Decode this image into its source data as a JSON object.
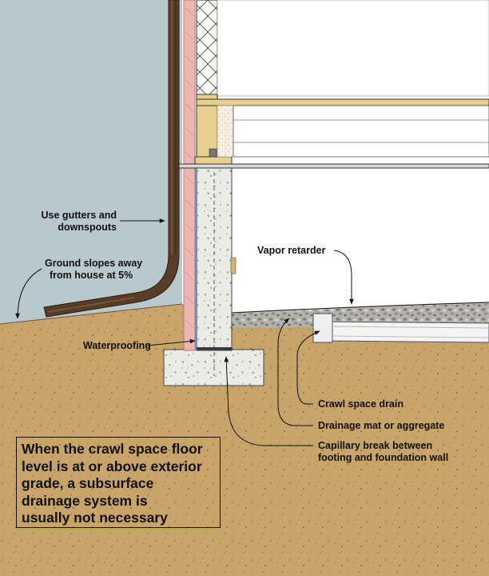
{
  "labels": {
    "gutters_line1": "Use gutters and",
    "gutters_line2": "downspouts",
    "ground_line1": "Ground slopes away",
    "ground_line2": "from house at 5%",
    "vapor_retarder": "Vapor retarder",
    "waterproofing": "Waterproofing",
    "crawl_space_drain": "Crawl space drain",
    "drainage_mat": "Drainage mat or aggregate",
    "capillary_line1": "Capillary break between",
    "capillary_line2": "footing and foundation wall"
  },
  "note": {
    "line1": "When the crawl space floor",
    "line2": "level is at or above exterior",
    "line3": "grade, a subsurface",
    "line4": "drainage system is",
    "line5": "usually not necessary"
  },
  "colors": {
    "siding": "#b9c8cc",
    "soil": "#c8a46a",
    "concrete": "#e8e8e2",
    "foam_insulation": "#eeb6b3",
    "downspout": "#5a3d26",
    "framing_wood": "#e9cf8e",
    "aggregate": "#9c9c96",
    "drain_pipe": "#f4f4f4"
  }
}
